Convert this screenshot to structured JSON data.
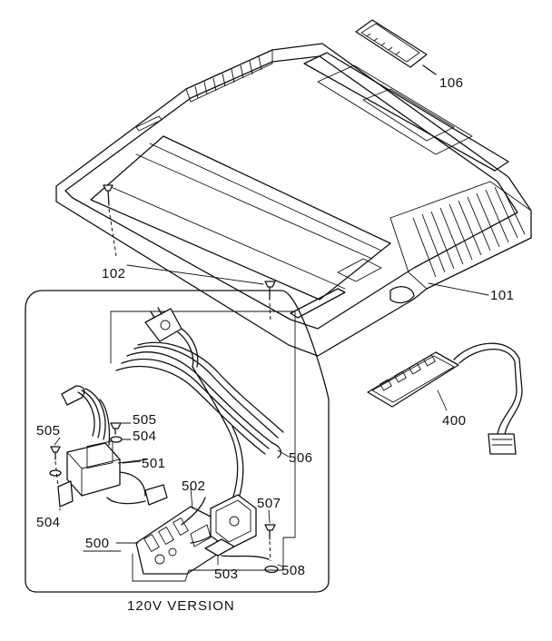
{
  "caption": "120V VERSION",
  "parts": {
    "p101": "101",
    "p102": "102",
    "p106": "106",
    "p400": "400",
    "p500": "500",
    "p501": "501",
    "p502": "502",
    "p503": "503",
    "p504a": "504",
    "p504b": "504",
    "p505a": "505",
    "p505b": "505",
    "p506": "506",
    "p507": "507",
    "p508": "508"
  }
}
